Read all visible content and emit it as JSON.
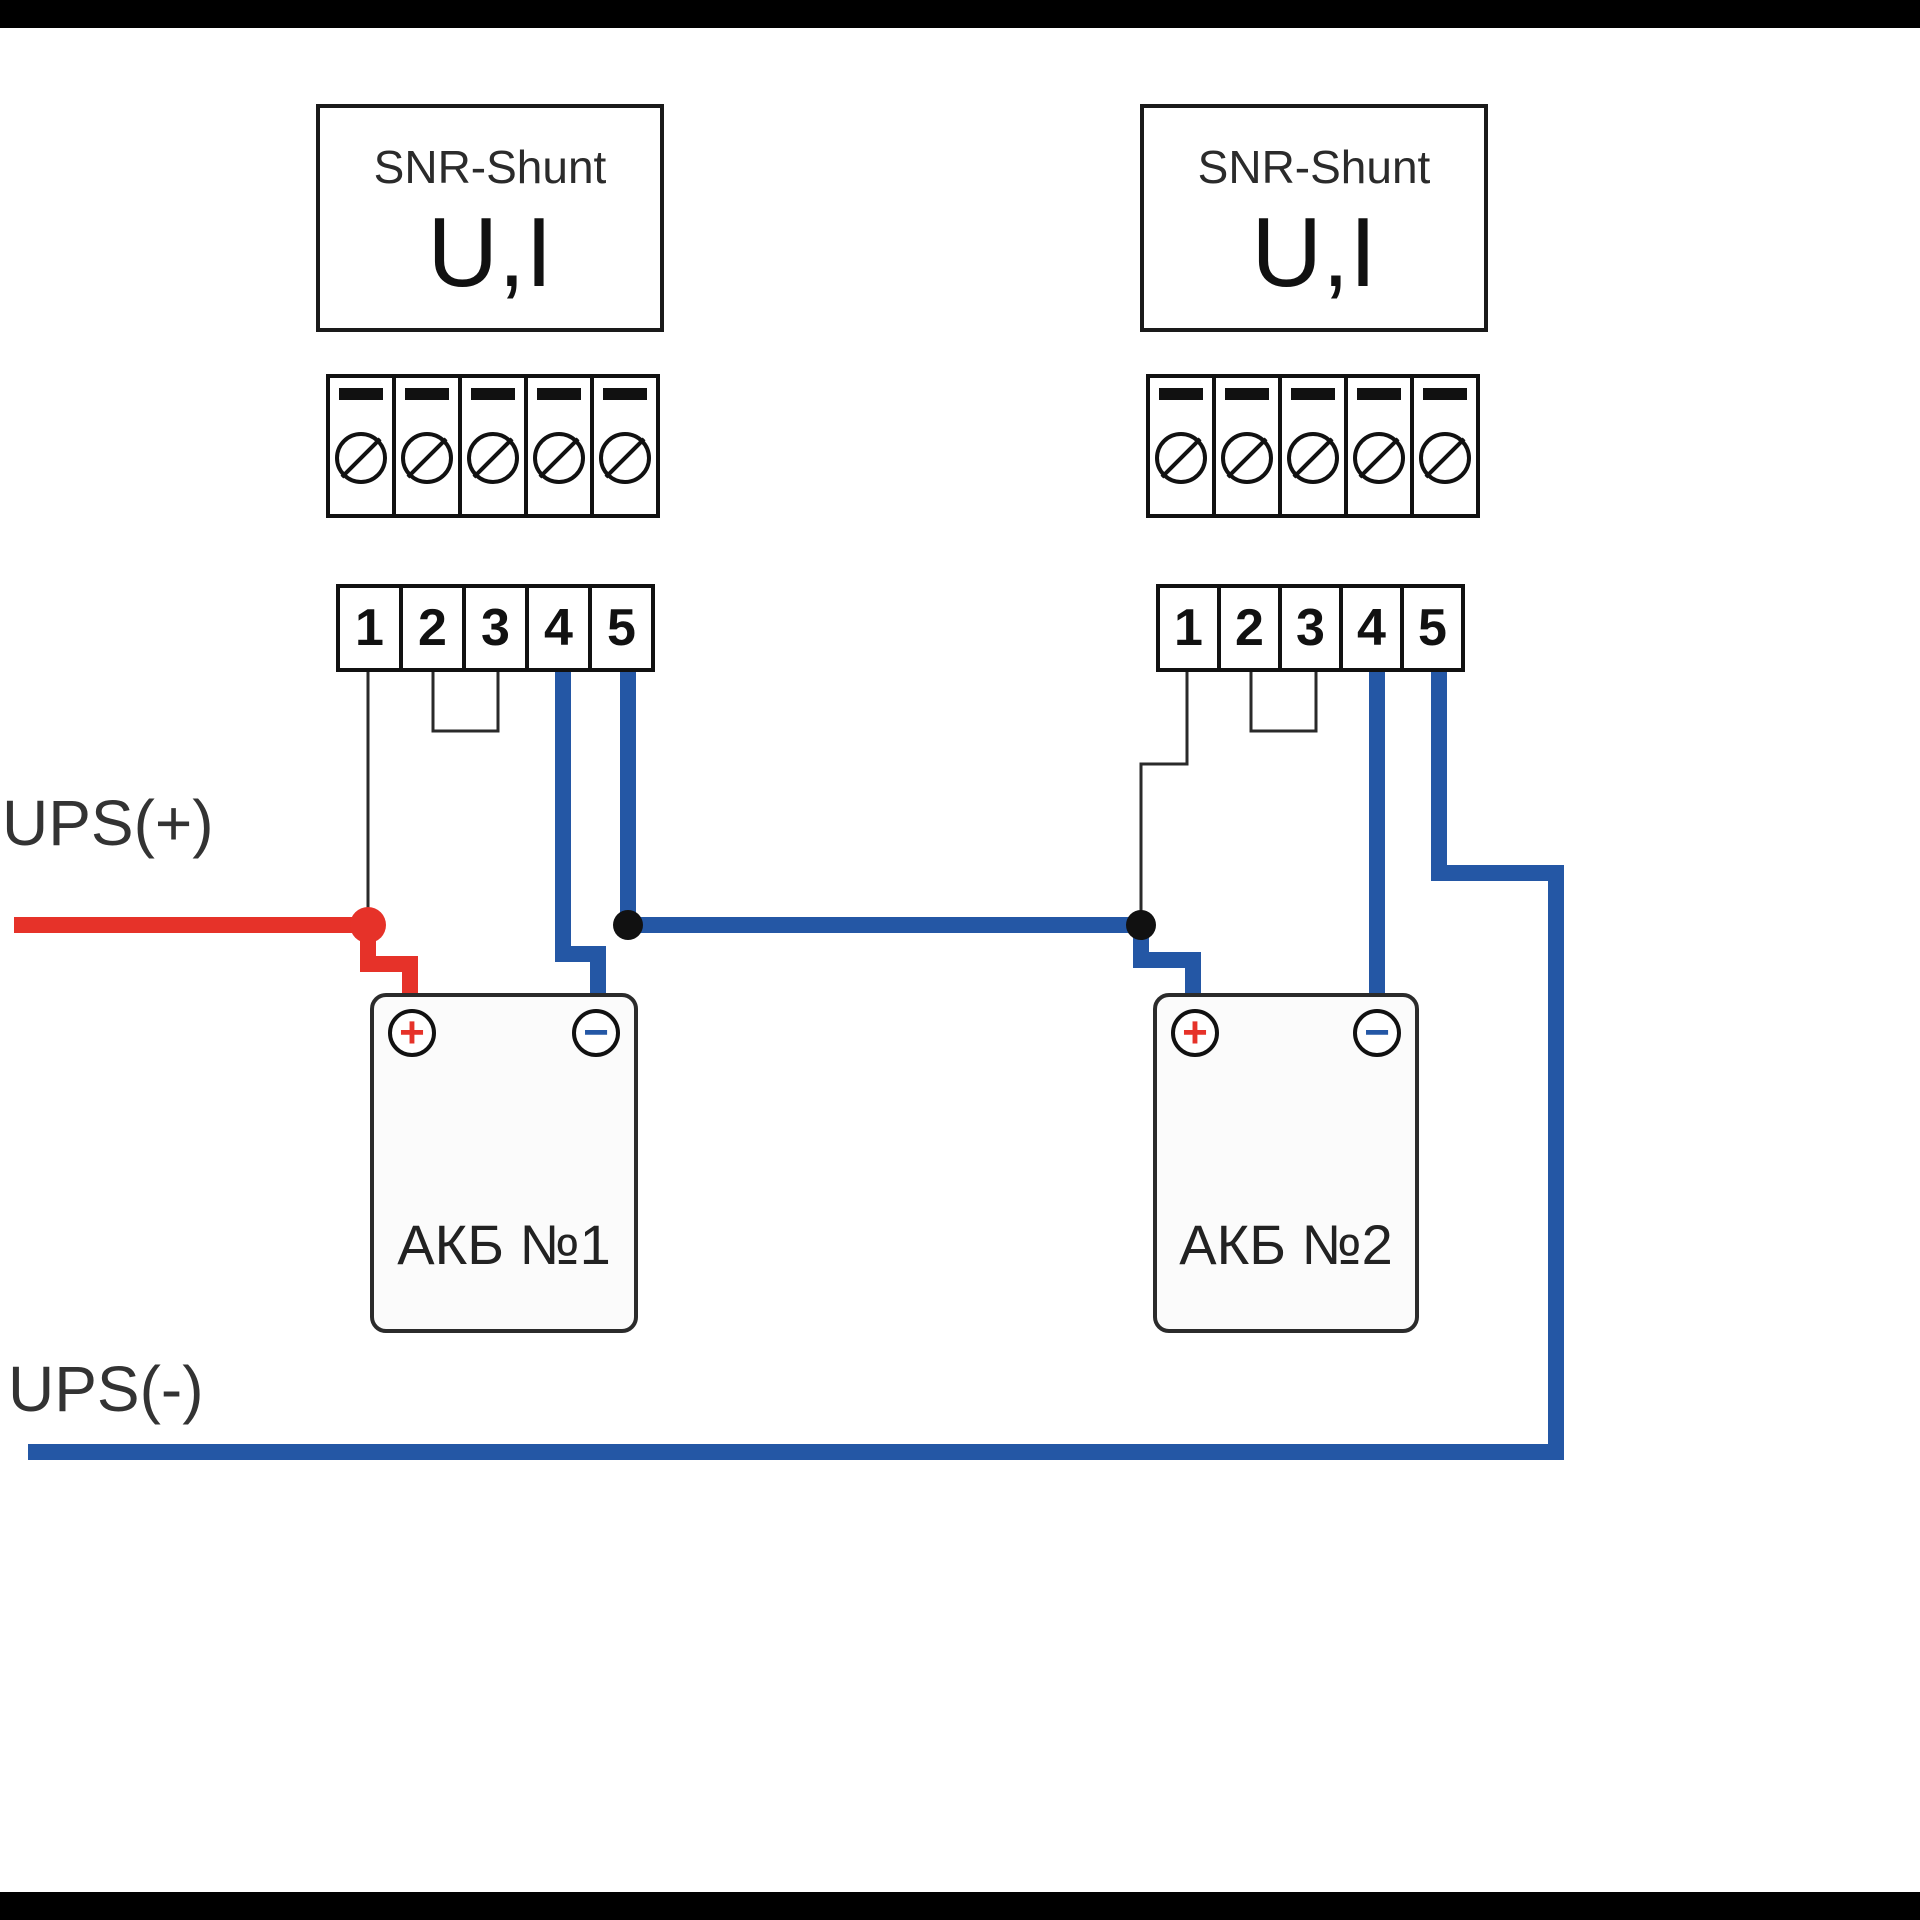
{
  "colors": {
    "red": "#e63229",
    "blue": "#2457a5",
    "wire_black": "#2a2a2a",
    "dot_black": "#111111"
  },
  "ups": {
    "plus_label": "UPS(+)",
    "minus_label": "UPS(-)"
  },
  "shunts": [
    {
      "title": "SNR-Shunt",
      "subtitle": "U,I",
      "terminals": [
        "1",
        "2",
        "3",
        "4",
        "5"
      ]
    },
    {
      "title": "SNR-Shunt",
      "subtitle": "U,I",
      "terminals": [
        "1",
        "2",
        "3",
        "4",
        "5"
      ]
    }
  ],
  "batteries": [
    {
      "label": "АКБ №1",
      "plus_symbol": "+",
      "minus_symbol": "−"
    },
    {
      "label": "АКБ №2",
      "plus_symbol": "+",
      "minus_symbol": "−"
    }
  ]
}
